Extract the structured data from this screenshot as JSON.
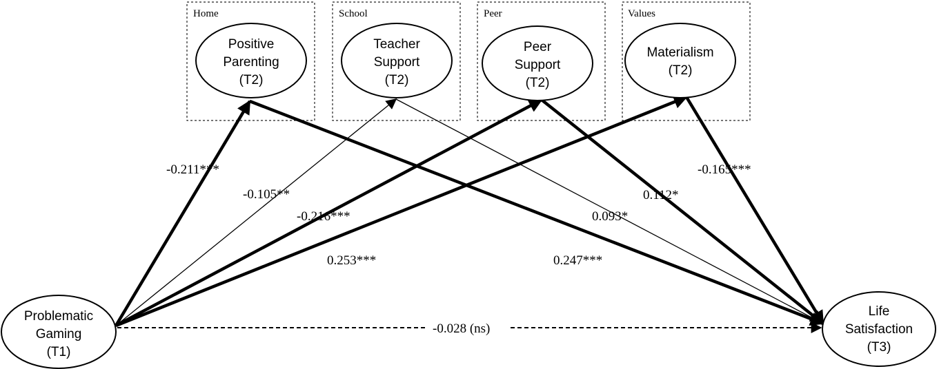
{
  "groups": {
    "home": "Home",
    "school": "School",
    "peer": "Peer",
    "values": "Values"
  },
  "nodes": {
    "gaming": [
      "Problematic",
      "Gaming",
      "(T1)"
    ],
    "parenting": [
      "Positive",
      "Parenting",
      "(T2)"
    ],
    "teacher": [
      "Teacher",
      "Support",
      "(T2)"
    ],
    "peer": [
      "Peer",
      "Support",
      "(T2)"
    ],
    "materialism": [
      "Materialism",
      "(T2)"
    ],
    "life": [
      "Life",
      "Satisfaction",
      "(T3)"
    ]
  },
  "paths": {
    "gaming_parenting": "-0.211***",
    "gaming_teacher": "-0.105**",
    "gaming_peer": "-0.216***",
    "gaming_materialism": "0.253***",
    "parenting_life": "0.247***",
    "teacher_life": "0.093*",
    "peer_life": "0.112*",
    "materialism_life": "-0.165***",
    "gaming_life": "-0.028 (ns)"
  }
}
